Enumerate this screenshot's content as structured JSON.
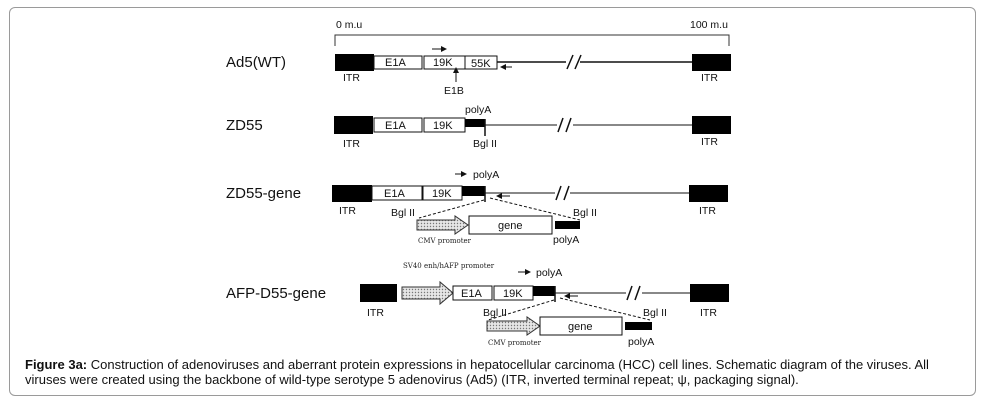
{
  "scale": {
    "start": "0 m.u",
    "end": "100 m.u"
  },
  "constructs": [
    {
      "name": "Ad5(WT)",
      "itr_left": "ITR",
      "itr_right": "ITR",
      "e1a": "E1A",
      "k19": "19K",
      "k55": "55K",
      "e1b": "E1B"
    },
    {
      "name": "ZD55",
      "itr_left": "ITR",
      "itr_right": "ITR",
      "e1a": "E1A",
      "k19": "19K",
      "polya": "polyA",
      "bgl": "Bgl II"
    },
    {
      "name": "ZD55-gene",
      "itr_left": "ITR",
      "itr_right": "ITR",
      "e1a": "E1A",
      "k19": "19K",
      "polya": "polyA",
      "bgl_left": "Bgl II",
      "bgl_right": "Bgl II",
      "cassette": {
        "promoter": "CMV promoter",
        "gene": "gene",
        "polya": "polyA"
      }
    },
    {
      "name": "AFP-D55-gene",
      "itr_left": "ITR",
      "itr_right": "ITR",
      "promoter": "SV40 enh/hAFP promoter",
      "e1a": "E1A",
      "k19": "19K",
      "polya": "polyA",
      "bgl_left": "Bgl II",
      "bgl_right": "Bgl II",
      "cassette": {
        "promoter": "CMV promoter",
        "gene": "gene",
        "polya": "polyA"
      }
    }
  ],
  "caption": {
    "label": "Figure 3a:",
    "text": " Construction of adenoviruses and aberrant protein expressions in hepatocellular carcinoma (HCC) cell lines. Schematic diagram of the viruses. All viruses were created using the backbone of wild-type serotype 5 adenovirus (Ad5) (ITR, inverted terminal repeat; ψ, packaging signal)."
  }
}
